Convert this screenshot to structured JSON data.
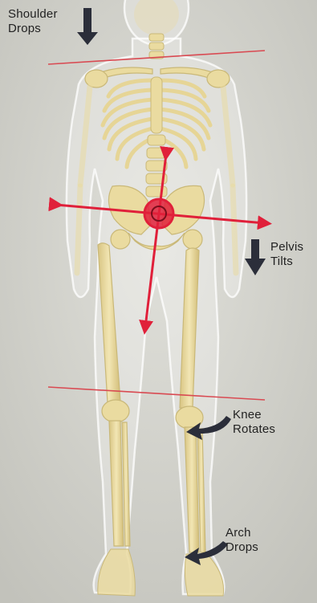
{
  "annotations": {
    "shoulder": {
      "line1": "Shoulder",
      "line2": "Drops"
    },
    "pelvis": {
      "line1": "Pelvis",
      "line2": "Tilts"
    },
    "knee": {
      "line1": "Knee",
      "line2": "Rotates"
    },
    "arch": {
      "line1": "Arch",
      "line2": "Drops"
    }
  },
  "colors": {
    "background": "#d6d6d0",
    "bone": "#eadba0",
    "bone_shade": "#c9b878",
    "body_outline": "#ffffff",
    "indicator_red": "#e0203a",
    "reference_line": "#d94a52",
    "arrow_dark": "#2b2e3a"
  }
}
